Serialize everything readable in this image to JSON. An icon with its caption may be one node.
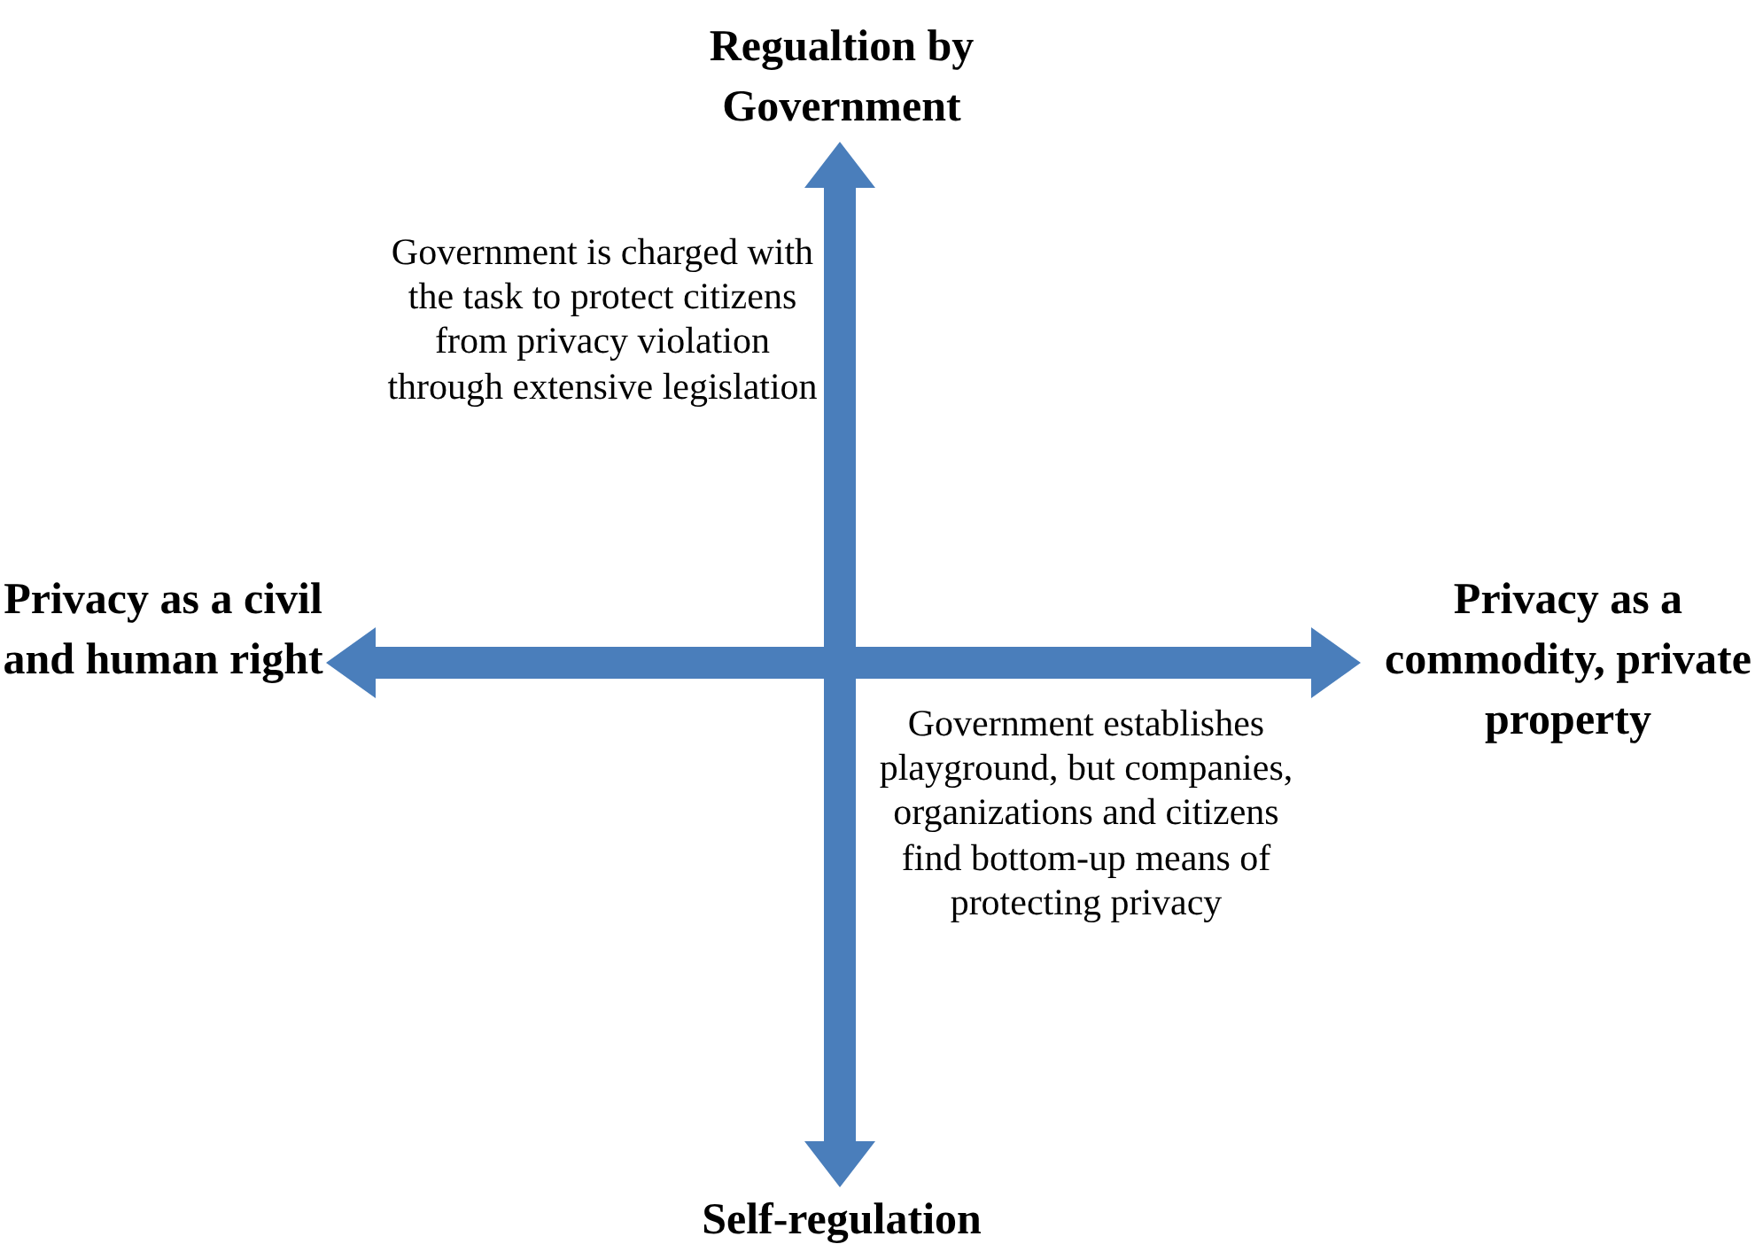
{
  "diagram": {
    "labels": [
      "Regualtion by Government",
      "Government is charged with the task to protect citizens from privacy violation through extensive legislation",
      "Privacy as a civil and human right",
      "Privacy as a commodity, private property",
      "Government establishes playground, but companies, organizations and citizens find bottom-up means of protecting privacy",
      "Self-regulation"
    ]
  }
}
